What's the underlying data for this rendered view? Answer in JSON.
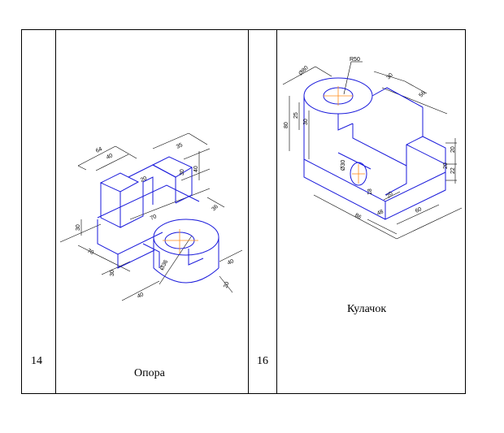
{
  "table": {
    "rows": [
      {
        "number": "14",
        "caption": "Опора"
      },
      {
        "number": "16",
        "caption": "Кулачок"
      }
    ]
  },
  "drawing_left": {
    "dimensions": [
      "64",
      "40",
      "35",
      "20",
      "40",
      "30",
      "70",
      "36",
      "30",
      "70",
      "30",
      "Ø36",
      "40",
      "40",
      "20"
    ]
  },
  "drawing_right": {
    "dimensions": [
      "R50",
      "Ø80",
      "30",
      "56",
      "80",
      "25",
      "30",
      "Ø30",
      "18",
      "20",
      "20",
      "20",
      "22",
      "86",
      "48",
      "60"
    ]
  },
  "colors": {
    "outline": "#1a1adb",
    "centerline": "#ff8c1a",
    "dimension": "#000000"
  }
}
